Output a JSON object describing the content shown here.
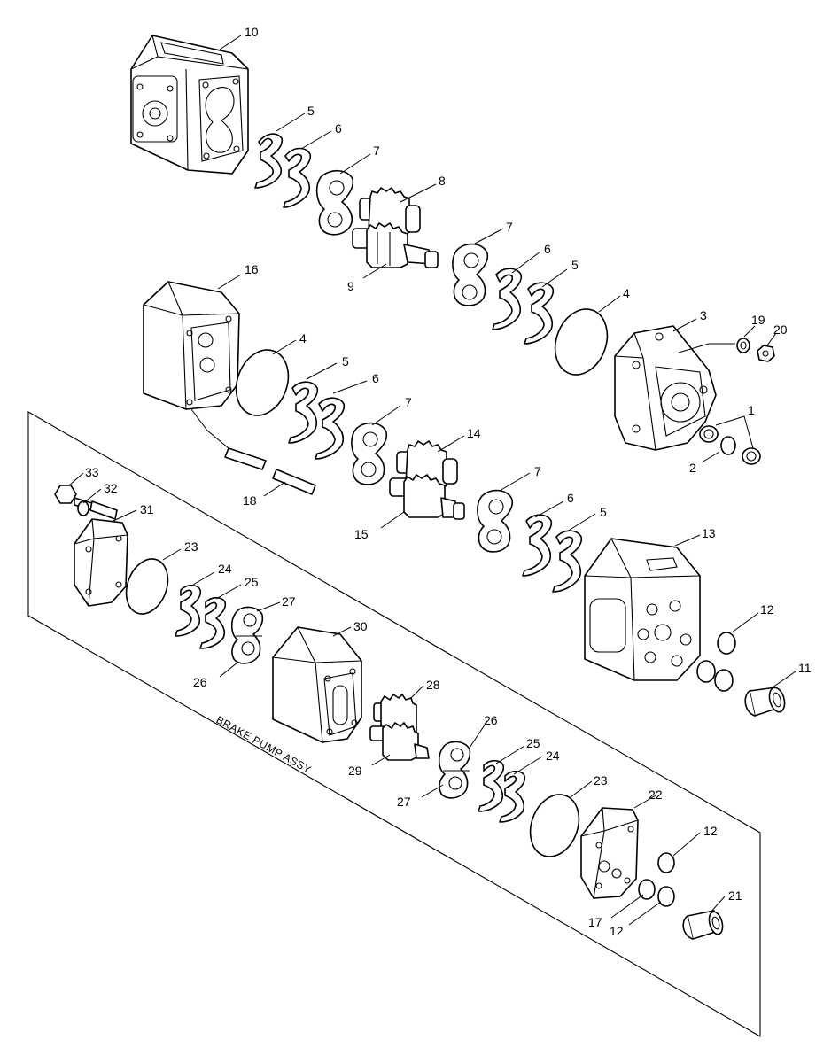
{
  "callouts": [
    {
      "id": "c10",
      "text": "10"
    },
    {
      "id": "c5a",
      "text": "5"
    },
    {
      "id": "c6a",
      "text": "6"
    },
    {
      "id": "c7a",
      "text": "7"
    },
    {
      "id": "c8",
      "text": "8"
    },
    {
      "id": "c9",
      "text": "9"
    },
    {
      "id": "c7b",
      "text": "7"
    },
    {
      "id": "c6b",
      "text": "6"
    },
    {
      "id": "c5b",
      "text": "5"
    },
    {
      "id": "c4a",
      "text": "4"
    },
    {
      "id": "c3",
      "text": "3"
    },
    {
      "id": "c19",
      "text": "19"
    },
    {
      "id": "c20",
      "text": "20"
    },
    {
      "id": "c1",
      "text": "1"
    },
    {
      "id": "c2",
      "text": "2"
    },
    {
      "id": "c16",
      "text": "16"
    },
    {
      "id": "c4b",
      "text": "4"
    },
    {
      "id": "c5c",
      "text": "5"
    },
    {
      "id": "c6c",
      "text": "6"
    },
    {
      "id": "c7c",
      "text": "7"
    },
    {
      "id": "c14",
      "text": "14"
    },
    {
      "id": "c18",
      "text": "18"
    },
    {
      "id": "c15",
      "text": "15"
    },
    {
      "id": "c7d",
      "text": "7"
    },
    {
      "id": "c6d",
      "text": "6"
    },
    {
      "id": "c5d",
      "text": "5"
    },
    {
      "id": "c13",
      "text": "13"
    },
    {
      "id": "c12a",
      "text": "12"
    },
    {
      "id": "c11",
      "text": "11"
    },
    {
      "id": "c33",
      "text": "33"
    },
    {
      "id": "c32",
      "text": "32"
    },
    {
      "id": "c31",
      "text": "31"
    },
    {
      "id": "c23a",
      "text": "23"
    },
    {
      "id": "c24a",
      "text": "24"
    },
    {
      "id": "c25a",
      "text": "25"
    },
    {
      "id": "c27a",
      "text": "27"
    },
    {
      "id": "c26a",
      "text": "26"
    },
    {
      "id": "c30",
      "text": "30"
    },
    {
      "id": "c28",
      "text": "28"
    },
    {
      "id": "c29",
      "text": "29"
    },
    {
      "id": "c26b",
      "text": "26"
    },
    {
      "id": "c27b",
      "text": "27"
    },
    {
      "id": "c25b",
      "text": "25"
    },
    {
      "id": "c24b",
      "text": "24"
    },
    {
      "id": "c23b",
      "text": "23"
    },
    {
      "id": "c22",
      "text": "22"
    },
    {
      "id": "c12b",
      "text": "12"
    },
    {
      "id": "c17",
      "text": "17"
    },
    {
      "id": "c12c",
      "text": "12"
    },
    {
      "id": "c21",
      "text": "21"
    }
  ],
  "assembly_label": "BRAKE PUMP ASSY"
}
